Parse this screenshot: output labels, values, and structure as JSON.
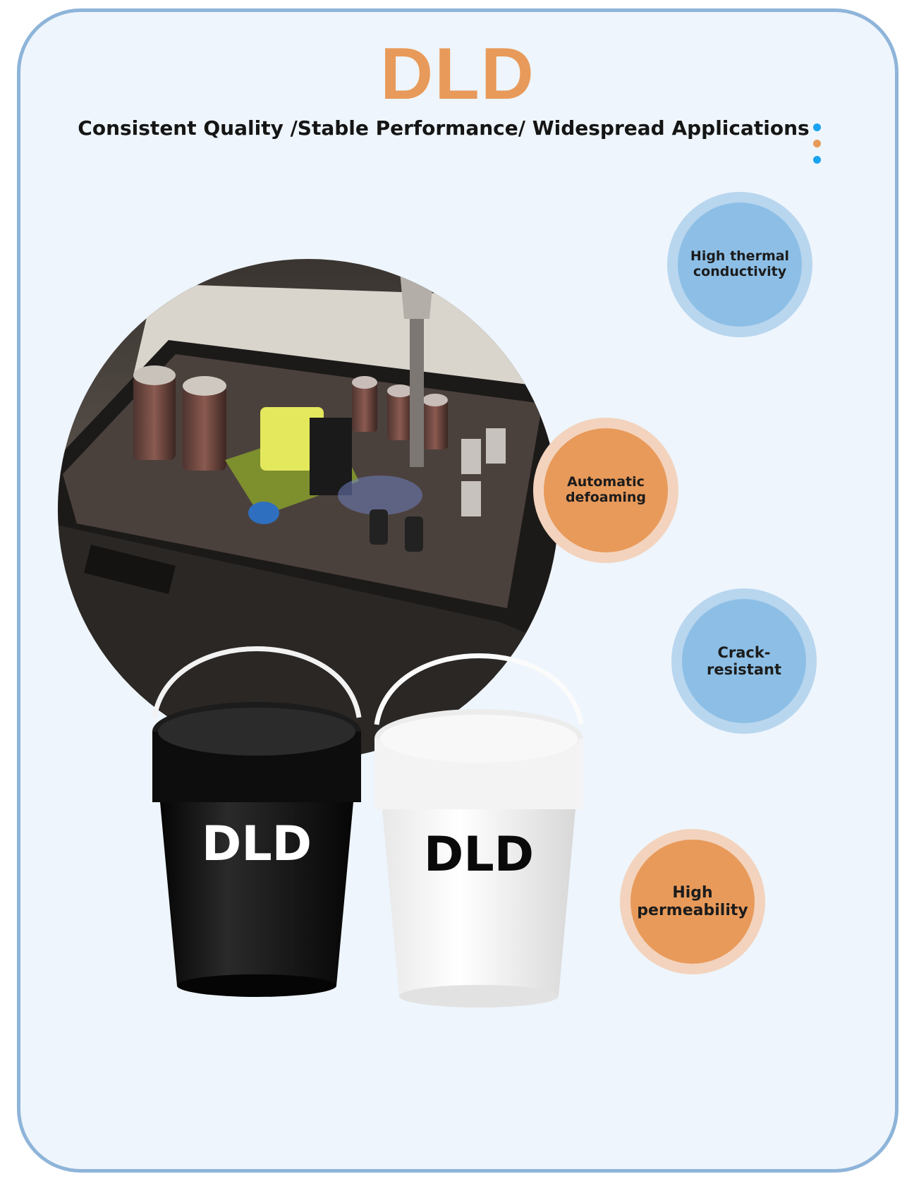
{
  "header": {
    "brand": "DLD",
    "tagline": "Consistent Quality /Stable Performance/ Widespread Applications"
  },
  "decor_dots": [
    "#1aa3f0",
    "#e89a5a",
    "#1aa3f0"
  ],
  "features": [
    {
      "label_line1": "High thermal",
      "label_line2": "conductivity",
      "color": "blue"
    },
    {
      "label_line1": "Automatic",
      "label_line2": "defoaming",
      "color": "orange"
    },
    {
      "label_line1": "Crack-resistant",
      "label_line2": "",
      "color": "blue"
    },
    {
      "label_line1": "High",
      "label_line2": "permeability",
      "color": "orange"
    }
  ],
  "products": {
    "black_pail_label": "DLD",
    "white_pail_label": "DLD"
  },
  "colors": {
    "accent_orange": "#e89a5a",
    "accent_blue": "#8dbfe6",
    "border_blue": "#8eb4d9",
    "card_bg": "#eef5fc"
  }
}
